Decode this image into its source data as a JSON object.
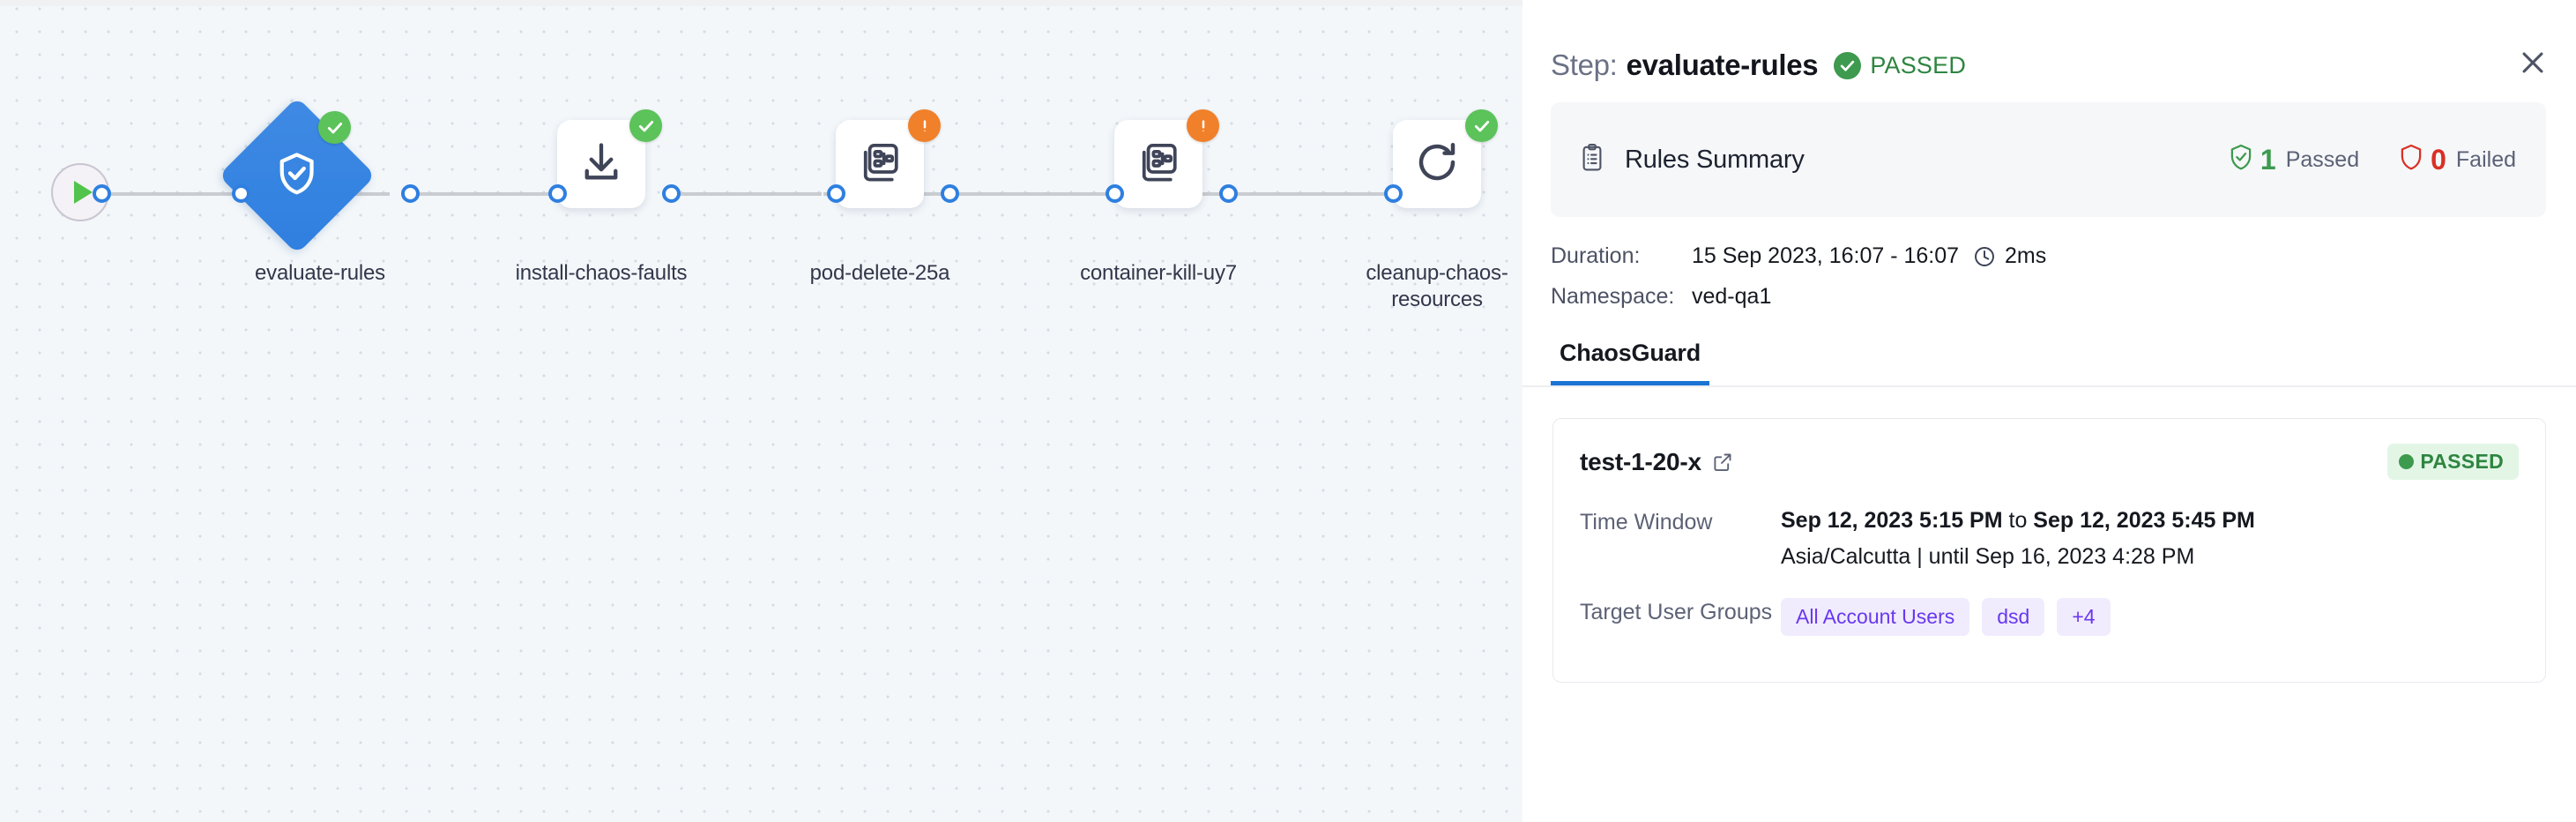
{
  "graph": {
    "start_node": {
      "icon": "play-icon"
    },
    "nodes": [
      {
        "label": "evaluate-rules",
        "icon": "shield-check-icon",
        "shape": "diamond",
        "status": "success",
        "selected": true
      },
      {
        "label": "install-chaos-faults",
        "icon": "download-icon",
        "shape": "square",
        "status": "success",
        "selected": false
      },
      {
        "label": "pod-delete-25a",
        "icon": "chaos-fault-icon",
        "shape": "square",
        "status": "warning",
        "selected": false
      },
      {
        "label": "container-kill-uy7",
        "icon": "chaos-fault-icon",
        "shape": "square",
        "status": "warning",
        "selected": false
      },
      {
        "label": "cleanup-chaos-resources",
        "icon": "refresh-icon",
        "shape": "square",
        "status": "success",
        "selected": false
      }
    ]
  },
  "panel": {
    "header": {
      "step_prefix": "Step:",
      "step_name": "evaluate-rules",
      "status_text": "PASSED",
      "status_icon": "check-circle-icon",
      "close_icon": "close-icon"
    },
    "rules_summary": {
      "icon": "clipboard-icon",
      "title": "Rules Summary",
      "passed_count": "1",
      "passed_label": "Passed",
      "passed_icon": "shield-check-icon",
      "failed_count": "0",
      "failed_label": "Failed",
      "failed_icon": "shield-icon"
    },
    "meta": {
      "duration_key": "Duration:",
      "duration_value": "15 Sep 2023, 16:07 - 16:07",
      "duration_clock_icon": "clock-icon",
      "duration_ms": "2ms",
      "namespace_key": "Namespace:",
      "namespace_value": "ved-qa1"
    },
    "tabs": [
      {
        "label": "ChaosGuard",
        "active": true
      }
    ],
    "result_card": {
      "title": "test-1-20-x",
      "external_link_icon": "external-link-icon",
      "status_badge": "PASSED",
      "time_window_key": "Time Window",
      "time_window_start": "Sep 12, 2023 5:15 PM",
      "time_window_join": " to ",
      "time_window_end": "Sep 12, 2023 5:45 PM",
      "time_window_sub": "Asia/Calcutta | until Sep 16, 2023 4:28 PM",
      "target_groups_key": "Target User Groups",
      "target_groups": [
        "All Account Users",
        "dsd",
        "+4"
      ]
    }
  },
  "colors": {
    "accent_blue": "#2f7fe0",
    "tab_underline": "#1b73d4",
    "success_green": "#3d9a4e",
    "warning_orange": "#f0802a",
    "fail_red": "#d93025",
    "chip_purple": "#6938ef",
    "canvas_bg": "#f3f7fa"
  }
}
